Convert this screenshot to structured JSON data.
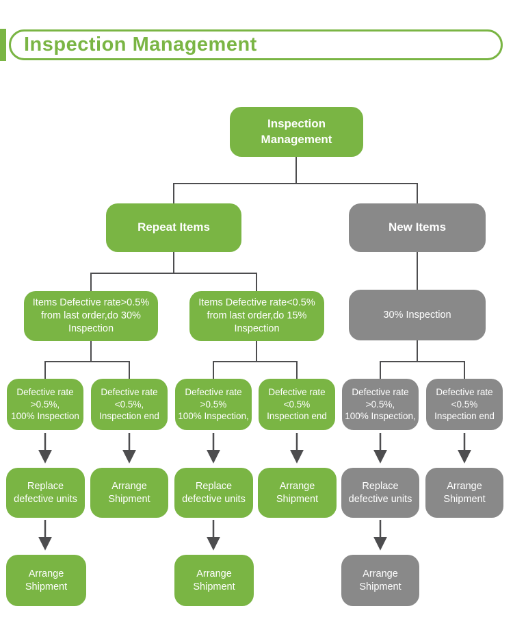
{
  "header": {
    "title": "Inspection Management"
  },
  "colors": {
    "green": "#7AB544",
    "gray": "#898989",
    "connector": "#4D4D4F",
    "node_text": "#FFFFFF",
    "background": "#FFFFFF"
  },
  "flow": {
    "root": "Inspection\nManagement",
    "repeat_items": "Repeat Items",
    "new_items": "New Items",
    "level3": [
      "Items Defective rate>0.5%\nfrom last order,do 30%\nInspection",
      "Items Defective rate<0.5%\nfrom last order,do 15%\nInspection",
      "30% Inspection"
    ],
    "level4": [
      "Defective rate\n>0.5%,\n100% Inspection",
      "Defective rate\n<0.5%,\nInspection end",
      "Defective rate\n>0.5%\n100% Inspection,",
      "Defective rate\n<0.5%\nInspection end",
      "Defective rate\n>0.5%,\n100% Inspection,",
      "Defective rate\n<0.5%\nInspection end"
    ],
    "level5": [
      "Replace\ndefective units",
      "Arrange\nShipment",
      "Replace\ndefective units",
      "Arrange\nShipment",
      "Replace\ndefective units",
      "Arrange\nShipment"
    ],
    "level6": [
      "Arrange\nShipment",
      "Arrange\nShipment",
      "Arrange\nShipment"
    ]
  }
}
